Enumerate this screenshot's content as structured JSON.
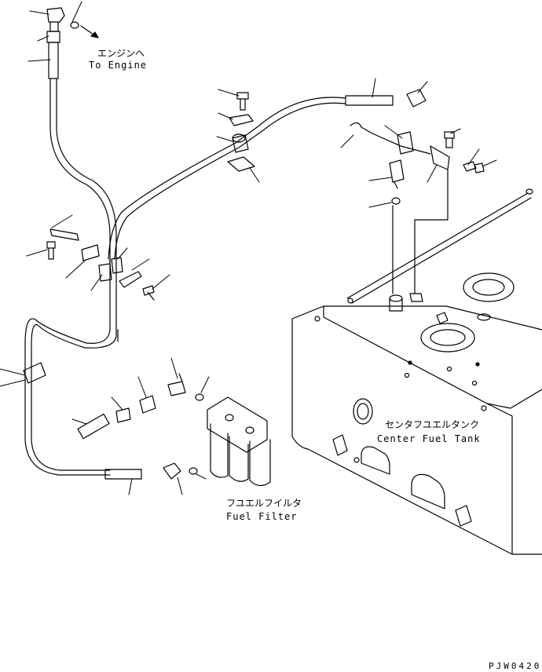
{
  "labels": {
    "to_engine_jp": "エンジンヘ",
    "to_engine_en": "To Engine",
    "center_tank_jp": "センタフユエルタンク",
    "center_tank_en": "Center Fuel Tank",
    "fuel_filter_jp": "フユエルフイルタ",
    "fuel_filter_en": "Fuel Filter",
    "drawing_code": "PJW0420"
  }
}
